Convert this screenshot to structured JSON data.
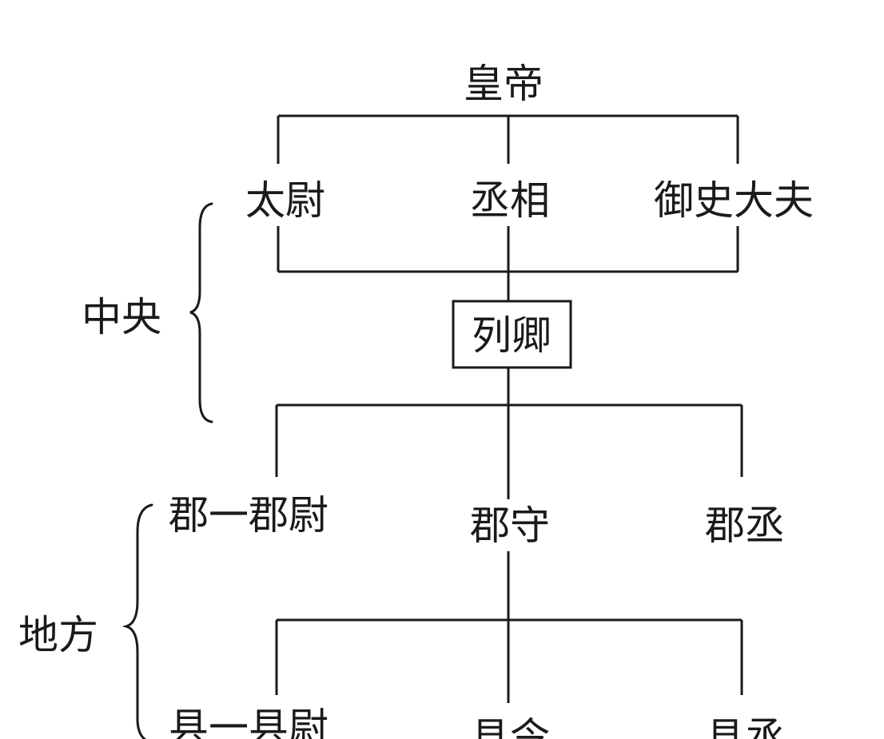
{
  "diagram": {
    "top": {
      "emperor": "皇帝"
    },
    "central": {
      "group_label": "中央",
      "taiwei": "太尉",
      "chengxiang": "丞相",
      "yushi": "御史大夫",
      "lieqing": "列卿"
    },
    "local": {
      "group_label": "地方",
      "jun_wei": "郡一郡尉",
      "jun_shou": "郡守",
      "jun_cheng": "郡丞",
      "xian_wei": "县一县尉",
      "xian_ling": "县令",
      "xian_cheng": "县丞"
    }
  }
}
